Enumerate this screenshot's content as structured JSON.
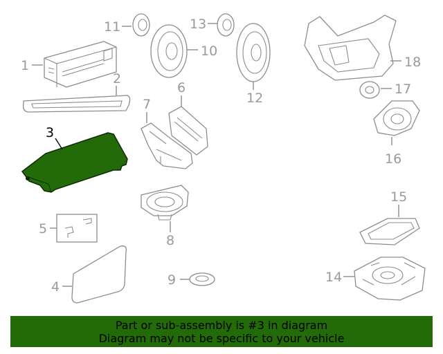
{
  "callouts": {
    "c1": "1",
    "c2": "2",
    "c3": "3",
    "c4": "4",
    "c5": "5",
    "c6": "6",
    "c7": "7",
    "c8": "8",
    "c9": "9",
    "c10": "10",
    "c11": "11",
    "c12": "12",
    "c13": "13",
    "c14": "14",
    "c15": "15",
    "c16": "16",
    "c17": "17",
    "c18": "18"
  },
  "highlight": {
    "part": "3",
    "color": "#226b08"
  },
  "banner": {
    "line1": "Part or sub-assembly is #3 in diagram",
    "line2": "Diagram may not be specific to your vehicle",
    "color": "#226b08"
  }
}
